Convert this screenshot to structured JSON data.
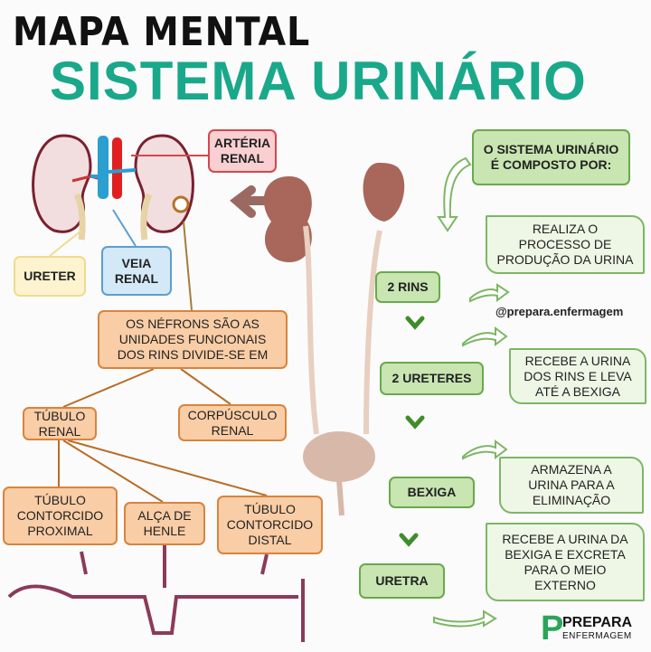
{
  "header": {
    "subtitle": "MAPA MENTAL",
    "title": "SISTEMA URINÁRIO"
  },
  "left": {
    "arteria": "ARTÉRIA\nRENAL",
    "ureter": "URETER",
    "veia": "VEIA\nRENAL",
    "nefrons": "OS NÉFRONS SÃO AS\nUNIDADES FUNCIONAIS\nDOS RINS DIVIDE-SE EM",
    "tubulo_renal": "TÚBULO\nRENAL",
    "corpusculo": "CORPÚSCULO\nRENAL",
    "proximal": "TÚBULO\nCONTORCIDO\nPROXIMAL",
    "henle": "ALÇA DE\nHENLE",
    "distal": "TÚBULO\nCONTORCIDO\nDISTAL"
  },
  "right": {
    "composto": "O SISTEMA URINÁRIO\nÉ COMPOSTO POR:",
    "rins": "2 RINS",
    "rins_desc": "REALIZA O\nPROCESSO DE\nPRODUÇÃO DA URINA",
    "handle": "@prepara.enfermagem",
    "ureteres": "2 URETERES",
    "ureteres_desc": "RECEBE A URINA\nDOS RINS E LEVA\nATÉ A BEXIGA",
    "bexiga": "BEXIGA",
    "bexiga_desc": "ARMAZENA A\nURINA PARA A\nELIMINAÇÃO",
    "uretra": "URETRA",
    "uretra_desc": "RECEBE A URINA DA\nBEXIGA E EXCRETA\nPARA O MEIO\nEXTERNO"
  },
  "logo": {
    "name": "PREPARA",
    "sub": "ENFERMAGEM"
  },
  "colors": {
    "title": "#1aa88a",
    "green": "#5a9e3a"
  }
}
